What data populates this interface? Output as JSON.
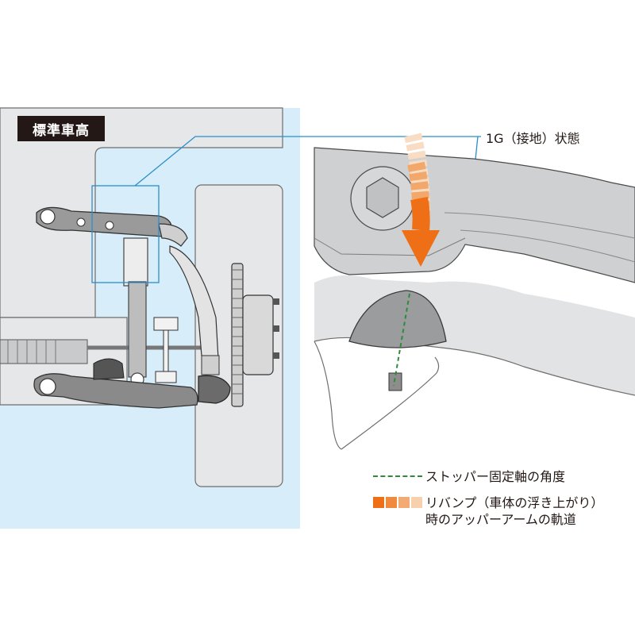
{
  "left_panel": {
    "title_tag": "標準車高"
  },
  "callout": {
    "label": "1G（接地）状態"
  },
  "legend": {
    "items": [
      {
        "label": "ストッパー固定軸の角度",
        "swatch": "green-dashed-line",
        "color": "#2e8b3a"
      },
      {
        "label": "リバンプ（車体の浮き上がり）\n時のアッパーアームの軌道",
        "swatch": "orange-gradient-blocks",
        "color": "#e8650d"
      }
    ]
  },
  "colors": {
    "background_blue": "#d7edf9",
    "frame_gray": "#e3e4e5",
    "part_gray": "#8c8c8c",
    "outline": "#3a3a3a",
    "arrow_orange": "#ee6f16",
    "stopper_green": "#2e8b3a"
  }
}
